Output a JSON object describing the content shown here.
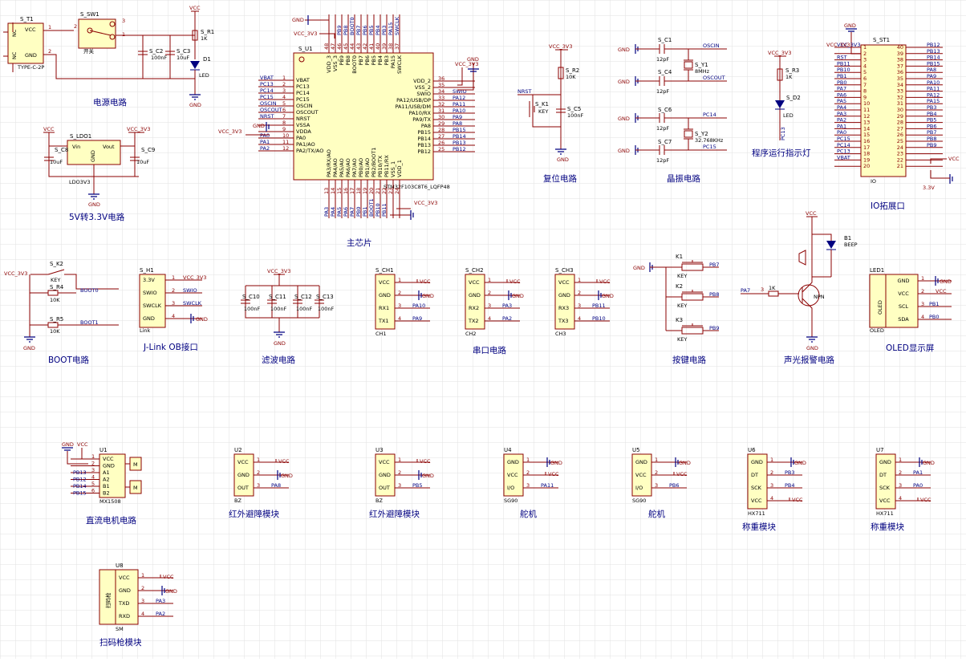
{
  "colors": {
    "wire": "#8b0000",
    "net": "#000080",
    "body": "#ffffc2",
    "grid": "#e2e2e2"
  },
  "titles": {
    "power": "电源电路",
    "ldo": "5V转3.3V电路",
    "main": "主芯片",
    "reset": "复位电路",
    "crystal": "晶振电路",
    "runled": "程序运行指示灯",
    "io": "IO拓展口",
    "boot": "BOOT电路",
    "jlink": "J-Link OB接口",
    "filter": "滤波电路",
    "uart": "串口电路",
    "keys": "按键电路",
    "alarm": "声光报警电路",
    "oled": "OLED显示屏",
    "motor": "直流电机电路",
    "ir1": "红外避障模块",
    "ir2": "红外避障模块",
    "servo1": "舵机",
    "servo2": "舵机",
    "hx1": "称重模块",
    "hx2": "称重模块",
    "scanner": "扫码枪模块"
  },
  "power": {
    "t1": "S_T1",
    "t1_nc1": "NC",
    "t1_nc2": "NC",
    "t1_vcc": "VCC",
    "t1_gnd": "GND",
    "t1_type": "TYPE-C-2P",
    "sw_ref": "S_SW1",
    "sw_label": "开关",
    "vcc": "VCC",
    "c2": "S_C2",
    "c2_val": "100nF",
    "c3": "S_C3",
    "c3_val": "10uF",
    "r1": "S_R1",
    "r1_val": "1K",
    "d1": "D1",
    "led": "LED",
    "gnd": "GND"
  },
  "ldo": {
    "ref": "S_LDO1",
    "vin": "Vin",
    "vout": "Vout",
    "gnd": "GND",
    "name": "LDO3V3",
    "vcc": "VCC",
    "vcc3": "VCC_3V3",
    "c8": "S_C8",
    "c8_val": "10uF",
    "c9": "S_C9",
    "c9_val": "10uF"
  },
  "mcu": {
    "ref": "S_U1",
    "part": "STM32F103C8T6_LQFP48",
    "gnd": "GND",
    "vcc3": "VCC_3V3",
    "left_nets": [
      "VBAT",
      "PC13",
      "PC14",
      "PC15",
      "OSCIN",
      "OSCOUT",
      "NRST",
      "",
      "",
      "PA0",
      "PA1",
      "PA2"
    ],
    "left_pins": [
      "VBAT",
      "PC13",
      "PC14",
      "PC15",
      "OSCIN",
      "OSCOUT",
      "NRST",
      "VSSA",
      "VDDA",
      "PA0",
      "PA1/AO",
      "PA2/TX/AO"
    ],
    "left_nums": [
      "1",
      "2",
      "3",
      "4",
      "5",
      "6",
      "7",
      "8",
      "9",
      "10",
      "11",
      "12"
    ],
    "right_pins": [
      "VDD_2",
      "VSS_2",
      "SWIO",
      "PA12/USB/DP",
      "PA11/USB/DM",
      "PA10/RX",
      "PA9/TX",
      "PA8",
      "PB15",
      "PB14",
      "PB13",
      "PB12"
    ],
    "right_nums": [
      "36",
      "35",
      "34",
      "33",
      "32",
      "31",
      "30",
      "29",
      "28",
      "27",
      "26",
      "25"
    ],
    "right_nets": [
      "",
      "",
      "SWIO",
      "PA12",
      "PA11",
      "PA10",
      "PA9",
      "PA8",
      "PB15",
      "PB14",
      "PB13",
      "PB12"
    ],
    "top_pins": [
      "VDD_3",
      "VSS_3",
      "PB9",
      "PB8",
      "BOOT0",
      "PB7",
      "PB6",
      "PB5",
      "PB4",
      "PB3",
      "PA15",
      "SWCLK"
    ],
    "top_nums": [
      "48",
      "47",
      "46",
      "45",
      "44",
      "43",
      "42",
      "41",
      "40",
      "39",
      "38",
      "37"
    ],
    "top_nets": [
      "",
      "",
      "PB9",
      "PB8",
      "BOOT0",
      "PB7",
      "PB6",
      "PB5",
      "PB4",
      "PB3",
      "PA15",
      "SWCLK"
    ],
    "bot_pins": [
      "PA3/RX/AO",
      "PA4/AO",
      "PA5/AO",
      "PA6/AO",
      "PA7/AO",
      "PB0/AO",
      "PB1/AO",
      "PB2/BOOT1",
      "PB10/TX",
      "PB11/RX",
      "VSS_1",
      "VDD_1"
    ],
    "bot_nums": [
      "13",
      "14",
      "15",
      "16",
      "17",
      "18",
      "19",
      "20",
      "21",
      "22",
      "23",
      "24"
    ],
    "bot_nets": [
      "PA3",
      "PA4",
      "PA5",
      "PA6",
      "PA7",
      "PB0",
      "PB1",
      "BOOT1",
      "PB10",
      "PB11",
      "",
      ""
    ]
  },
  "reset": {
    "vcc3": "VCC_3V3",
    "r2": "S_R2",
    "r2_val": "10K",
    "nrst": "NRST",
    "k1": "S_K1",
    "key": "KEY",
    "c5": "S_C5",
    "c5_val": "100nF",
    "gnd": "GND"
  },
  "crystal": {
    "c1": "S_C1",
    "c4": "S_C4",
    "c6": "S_C6",
    "c7": "S_C7",
    "cap_val": "12pF",
    "y1": "S_Y1",
    "y1_val": "8MHz",
    "y2": "S_Y2",
    "y2_val": "32.768KHz",
    "oscin": "OSCIN",
    "oscout": "OSCOUT",
    "pc14": "PC14",
    "pc15": "PC15",
    "gnd": "GND"
  },
  "runled": {
    "vcc3": "VCC_3V3",
    "r3": "S_R3",
    "r3_val": "1K",
    "d2": "S_D2",
    "led": "LED",
    "net": "PC13"
  },
  "io": {
    "ref": "S_ST1",
    "part": "IO",
    "gnd": "GND",
    "vcc3": "VCC_3V3",
    "v33": "3.3V",
    "vcc": "VCC",
    "left_labels": [
      "VCC_3V3",
      "",
      "RST",
      "PB11",
      "PB10",
      "PB1",
      "PB0",
      "PA7",
      "PA6",
      "PA5",
      "PA4",
      "PA3",
      "PA2",
      "PA1",
      "PA0",
      "PC15",
      "PC14",
      "PC13",
      "VBAT",
      ""
    ],
    "left_nums": [
      "1",
      "2",
      "3",
      "4",
      "5",
      "6",
      "7",
      "8",
      "9",
      "10",
      "11",
      "12",
      "13",
      "14",
      "15",
      "16",
      "17",
      "18",
      "19",
      "20"
    ],
    "right_nums": [
      "40",
      "39",
      "38",
      "37",
      "36",
      "35",
      "34",
      "33",
      "32",
      "31",
      "30",
      "29",
      "28",
      "27",
      "26",
      "25",
      "24",
      "23",
      "22",
      "21"
    ],
    "right_labels": [
      "PB12",
      "PB13",
      "PB14",
      "PB15",
      "PA8",
      "PA9",
      "PA10",
      "PA11",
      "PA12",
      "PA15",
      "PB3",
      "PB4",
      "PB5",
      "PB6",
      "PB7",
      "PB8",
      "PB9",
      "",
      "",
      ""
    ]
  },
  "boot": {
    "vcc3": "VCC_3V3",
    "k2": "S_K2",
    "key": "KEY",
    "r4": "S_R4",
    "r4_val": "10K",
    "r5": "S_R5",
    "r5_val": "10K",
    "boot0": "BOOT0",
    "boot1": "BOOT1",
    "gnd": "GND"
  },
  "jlink": {
    "ref": "S_H1",
    "part": "Link",
    "pins": [
      "3.3V",
      "SWIO",
      "SWCLK",
      "GND"
    ],
    "nets": [
      "VCC_3V3",
      "SWIO",
      "SWCLK",
      "GND"
    ],
    "nums": [
      "1",
      "2",
      "3",
      "4"
    ]
  },
  "filter": {
    "vcc3": "VCC_3V3",
    "caps": [
      "S_C10",
      "S_C11",
      "S_C12",
      "S_C13"
    ],
    "val": "100nF",
    "gnd": "GND"
  },
  "uart": [
    {
      "ref": "S_CH1",
      "part": "CH1",
      "pins": [
        "VCC",
        "GND",
        "RX1",
        "TX1"
      ],
      "nets": [
        "VCC",
        "GND",
        "PA10",
        "PA9"
      ]
    },
    {
      "ref": "S_CH2",
      "part": "CH2",
      "pins": [
        "VCC",
        "GND",
        "RX2",
        "TX2"
      ],
      "nets": [
        "VCC",
        "GND",
        "PA3",
        "PA2"
      ]
    },
    {
      "ref": "S_CH3",
      "part": "CH3",
      "pins": [
        "VCC",
        "GND",
        "RX3",
        "TX3"
      ],
      "nets": [
        "VCC",
        "GND",
        "PB11",
        "PB10"
      ]
    }
  ],
  "keys": {
    "gnd": "GND",
    "refs": [
      "K1",
      "K2",
      "K3"
    ],
    "label": "KEY",
    "nets": [
      "PB7",
      "PB8",
      "PB9"
    ]
  },
  "alarm": {
    "vcc": "VCC",
    "b1": "B1",
    "beep": "BEEP",
    "pa7": "PA7",
    "r": "1K",
    "pin": "3",
    "npn": "NPN",
    "gnd": "GND"
  },
  "oled": {
    "ref": "LED1",
    "part": "OLED",
    "name": "OLED",
    "pins": [
      "GND",
      "VCC",
      "SCL",
      "SDA"
    ],
    "nets": [
      "GND",
      "VCC",
      "PB1",
      "PB0"
    ]
  },
  "motor": {
    "ref": "U1",
    "part": "MX1508",
    "gnd": "GND",
    "vcc": "VCC",
    "pins": [
      "VCC",
      "GND",
      "A1",
      "A2",
      "B1",
      "B2"
    ],
    "nets": [
      "",
      "",
      "PB13",
      "PB12",
      "PB14",
      "PB15"
    ],
    "m1": "M",
    "m2": "M"
  },
  "ir": [
    {
      "ref": "U2",
      "part": "BZ",
      "pins": [
        "VCC",
        "GND",
        "OUT"
      ],
      "nets": [
        "VCC",
        "GND",
        "PA8"
      ]
    },
    {
      "ref": "U3",
      "part": "BZ",
      "pins": [
        "VCC",
        "GND",
        "OUT"
      ],
      "nets": [
        "VCC",
        "GND",
        "PB5"
      ]
    }
  ],
  "servo": [
    {
      "ref": "U4",
      "part": "SG90",
      "pins": [
        "GND",
        "VCC",
        "I/O"
      ],
      "nets": [
        "GND",
        "VCC",
        "PA11"
      ]
    },
    {
      "ref": "U5",
      "part": "SG90",
      "pins": [
        "GND",
        "VCC",
        "I/O"
      ],
      "nets": [
        "GND",
        "VCC",
        "PB6"
      ]
    }
  ],
  "hx": [
    {
      "ref": "U6",
      "part": "HX711",
      "pins": [
        "GND",
        "DT",
        "SCK",
        "VCC"
      ],
      "nets": [
        "GND",
        "PB3",
        "PB4",
        "VCC"
      ]
    },
    {
      "ref": "U7",
      "part": "HX711",
      "pins": [
        "GND",
        "DT",
        "SCK",
        "VCC"
      ],
      "nets": [
        "GND",
        "PA1",
        "PA0",
        "VCC"
      ]
    }
  ],
  "scanner": {
    "ref": "U8",
    "part": "SM",
    "name": "扫码枪",
    "pins": [
      "VCC",
      "GND",
      "TXD",
      "RXD"
    ],
    "nets": [
      "VCC",
      "GND",
      "PA3",
      "PA2"
    ]
  }
}
